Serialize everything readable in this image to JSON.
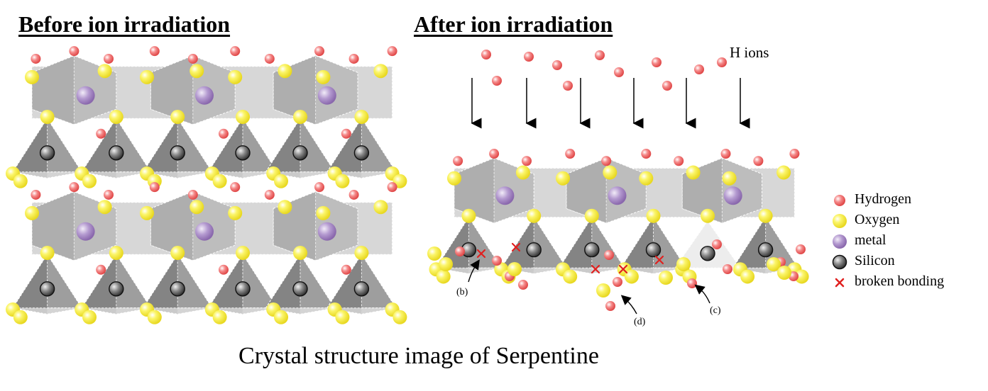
{
  "headings": {
    "before": "Before ion irradiation",
    "after": "After ion irradiation"
  },
  "ion_label": "H ions",
  "caption": "Crystal structure image of Serpentine",
  "annotations": [
    "(b)",
    "(c)",
    "(d)"
  ],
  "legend": [
    {
      "label": "Hydrogen",
      "icon": "hydrogen-sphere-icon",
      "color": "#f26b6b"
    },
    {
      "label": "Oxygen",
      "icon": "oxygen-sphere-icon",
      "color": "#f5ee3a"
    },
    {
      "label": "metal",
      "icon": "metal-sphere-icon",
      "color": "#a989c8"
    },
    {
      "label": "Silicon",
      "icon": "silicon-sphere-icon",
      "color": "#555555"
    },
    {
      "label": "broken bonding",
      "icon": "broken-bond-cross-icon",
      "color": "#e0201f"
    }
  ],
  "colors": {
    "hydrogen": "#f26b6b",
    "oxygen": "#f5ee3a",
    "metal": "#a989c8",
    "silicon": "#555555",
    "broken": "#e0201f",
    "polyhedron": "#c9c9c9"
  }
}
